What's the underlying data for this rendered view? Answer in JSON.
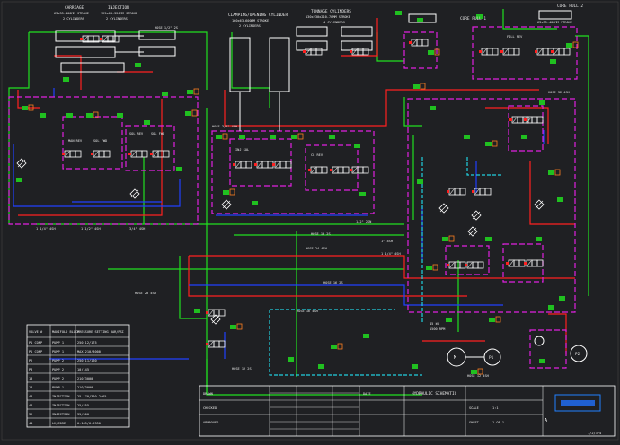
{
  "labels": {
    "carriage": [
      "CARRIAGE",
      "63x35-400MM STROKE",
      "2 CYLINDERS"
    ],
    "injection": [
      "INJECTION",
      "125x63-320MM STROKE",
      "2 CYLINDERS"
    ],
    "clamping": [
      "CLAMPING/OPENING CYLINDER",
      "160x63-600MM STROKE",
      "2 CYLINDERS"
    ],
    "tonnage": [
      "TONNAGE CYLINDERS",
      "130x230x210-70MM STROKE",
      "4 CYLINDERS"
    ],
    "core_pull_1": "CORE PULL 1",
    "core_pull_2": [
      "CORE PULL 2",
      "63x35-400MM STROKE"
    ],
    "hose_callouts": [
      "HOSE 1/2\" 2S",
      "HOSE 3/4\" 4SH",
      "1 1/4\" 4SH",
      "1 1/2\" 4SH",
      "3/4\" 4SH",
      "1/2\" 2SN",
      "HOSE 10 2S",
      "HOSE 24 4SH",
      "1\" 4SH",
      "1 1/4\" 4SH",
      "HOSE 20 4SH",
      "HOSE 16 4SH",
      "HOSE 12 2S",
      "HOSE 32 4SH",
      "HOSE 16 2S",
      "HOSE 12 4SH"
    ],
    "sub_blocks": [
      "MAN REV",
      "SOL FWD",
      "SOL REV",
      "SOL FWD",
      "INJ SOL",
      "CL REV",
      "FILL REV"
    ],
    "motors": [
      "M",
      "P1",
      "P2"
    ],
    "motor_spec": [
      "45 kW",
      "1500 RPM"
    ]
  },
  "table": {
    "headers": [
      "VALVE #",
      "MANIFOLD BLOCK",
      "PRESSURE SETTING BAR/PSI"
    ],
    "rows": [
      [
        "P1 COMP",
        "PUMP 1",
        "250 12/175"
      ],
      [
        "P1 COMP",
        "PUMP 1",
        "MAX 210/3000"
      ],
      [
        "P2",
        "PUMP 2",
        "250 11/160"
      ],
      [
        "P3",
        "PUMP 2",
        "10/145"
      ],
      [
        "13",
        "PUMP 2",
        "210/3000"
      ],
      [
        "14",
        "PUMP 1",
        "210/3000"
      ],
      [
        "44",
        "INJECTION",
        "25-170/360-2465"
      ],
      [
        "44",
        "INJECTION",
        "25/455"
      ],
      [
        "32",
        "INJECTION",
        "35/500"
      ],
      [
        "44",
        "LH/CORE",
        "0-165/0-2350"
      ]
    ]
  },
  "title_block": {
    "drawing_title": "HYDRAULIC SCHEMATIC",
    "scale_label": "SCALE",
    "scale_value": "1:1",
    "sheet_label": "SHEET",
    "sheet_value": "1 OF 1",
    "rev": "A",
    "date_label": "DATE",
    "drawn_label": "DRAWN",
    "checked_label": "CHECKED",
    "approved_label": "APPROVED",
    "sheet_corner": "1/2/3/4"
  },
  "colors": {
    "background": "#1f2023",
    "pressure_line": "#ff2020",
    "return_line": "#2040ff",
    "pilot_line": "#20e020",
    "drain_line": "#20d0e0",
    "block_outline": "#e020e0",
    "component": "#ffffff",
    "tag": "#20c020",
    "callout": "#ff8020"
  }
}
